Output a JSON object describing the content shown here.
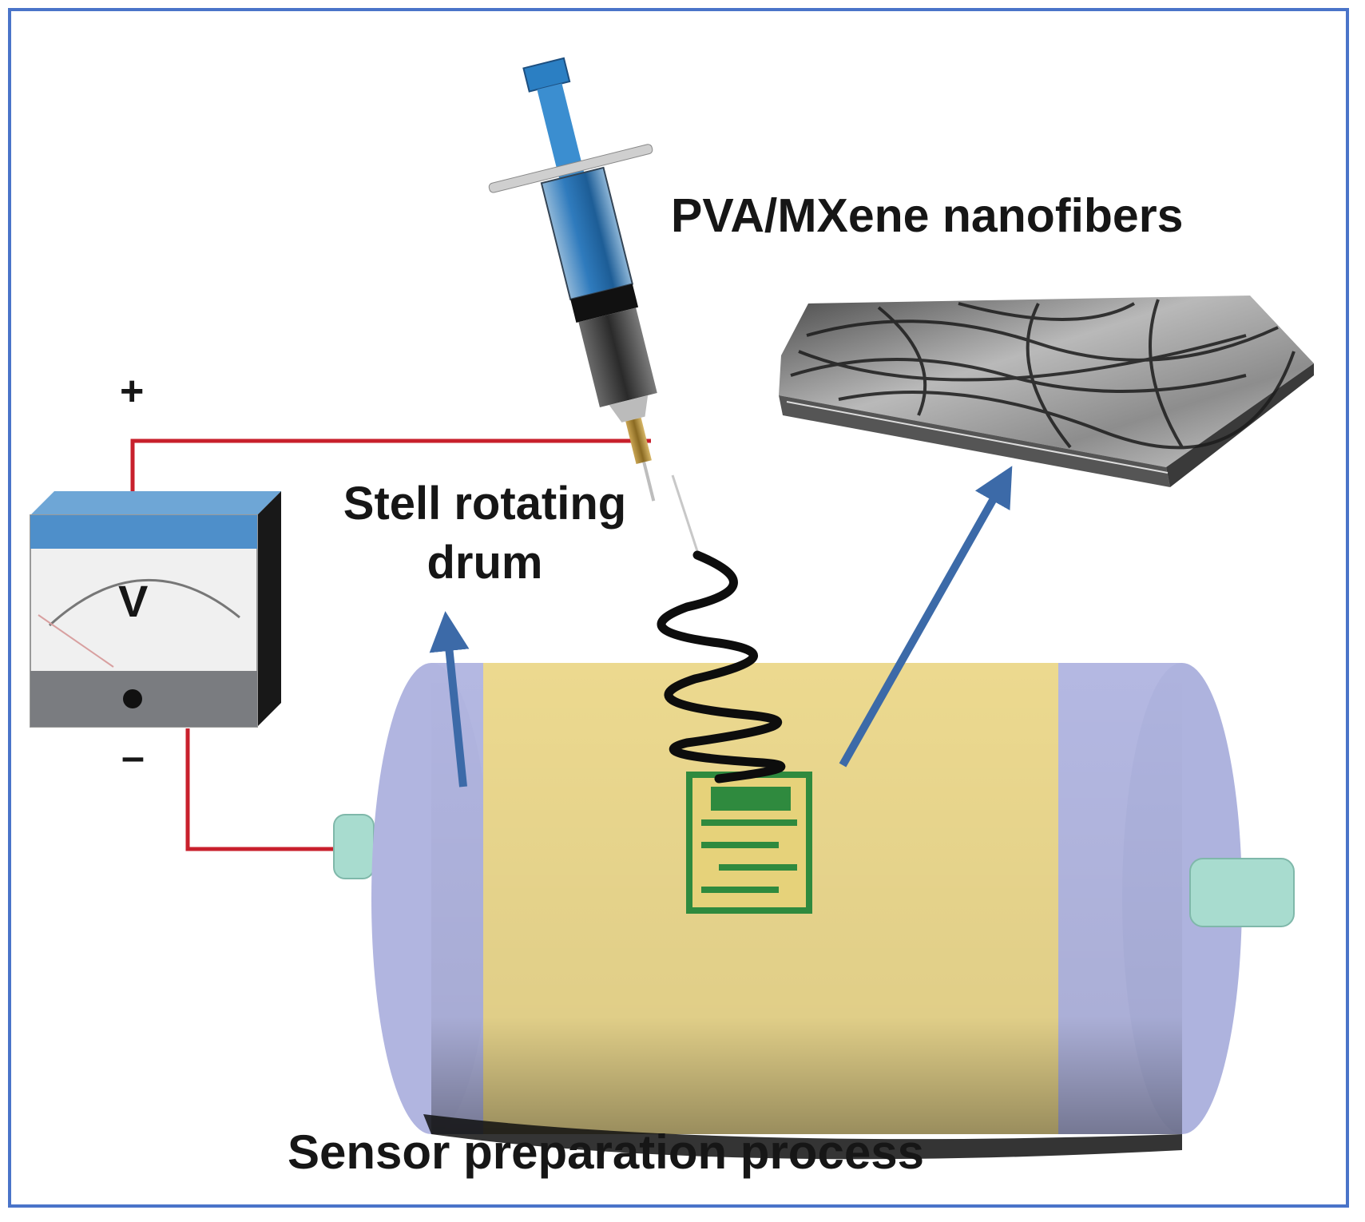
{
  "labels": {
    "nanofibers": "PVA/MXene nanofibers",
    "drum_line1": "Stell rotating",
    "drum_line2": "drum",
    "caption": "Sensor preparation process",
    "plus": "+",
    "minus": "–",
    "voltmeter_symbol": "V"
  },
  "colors": {
    "frame": "#4a74c9",
    "wire": "#c8202c",
    "arrow": "#3c6aa8",
    "drum_end": "#b4b8e2",
    "drum_band": "#ecd98f",
    "axle": "#a8dccf",
    "syringe_blue": "#2c7fc2",
    "electrode": "#2f8a3e"
  },
  "icons": [
    "syringe-icon",
    "voltmeter-icon",
    "rotating-drum-icon",
    "nanofiber-mat-icon",
    "electrode-icon",
    "fiber-jet-icon"
  ]
}
